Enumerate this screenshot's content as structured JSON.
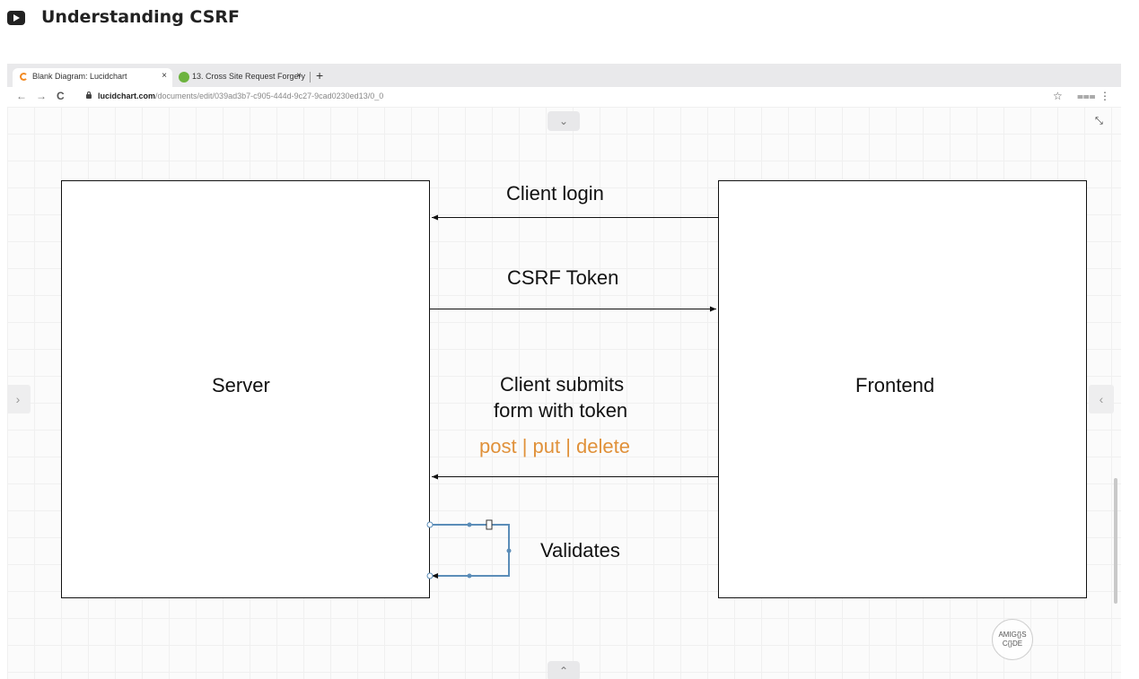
{
  "lesson": {
    "title": "Understanding CSRF"
  },
  "browser": {
    "tabs": [
      {
        "label": "Blank Diagram: Lucidchart",
        "close": "×"
      },
      {
        "label": "13. Cross Site Request Forgery",
        "close": "×"
      }
    ],
    "new_tab": "+",
    "nav": {
      "back": "←",
      "forward": "→",
      "reload": "C"
    },
    "url_host": "lucidchart.com",
    "url_path": "/documents/edit/039ad3b7-c905-444d-9c27-9cad0230ed13/0_0",
    "bookmark": "☆",
    "filter": "⩶",
    "menu": "⋮"
  },
  "toolbar": {
    "collapse_top": "⌄",
    "collapse_bottom": "⌃",
    "left_panel": "›",
    "right_panel": "‹",
    "fullscreen": "⤡"
  },
  "diagram": {
    "server": "Server",
    "frontend": "Frontend",
    "client_login": "Client login",
    "csrf_token": "CSRF Token",
    "submits_line1": "Client submits",
    "submits_line2": "form with token",
    "methods": "post | put | delete",
    "validates": "Validates",
    "colors": {
      "methods": "#e0913a",
      "selection": "#5b8db8"
    }
  },
  "watermark": {
    "line1": "AMIG{}S",
    "line2": "C{}DE"
  }
}
